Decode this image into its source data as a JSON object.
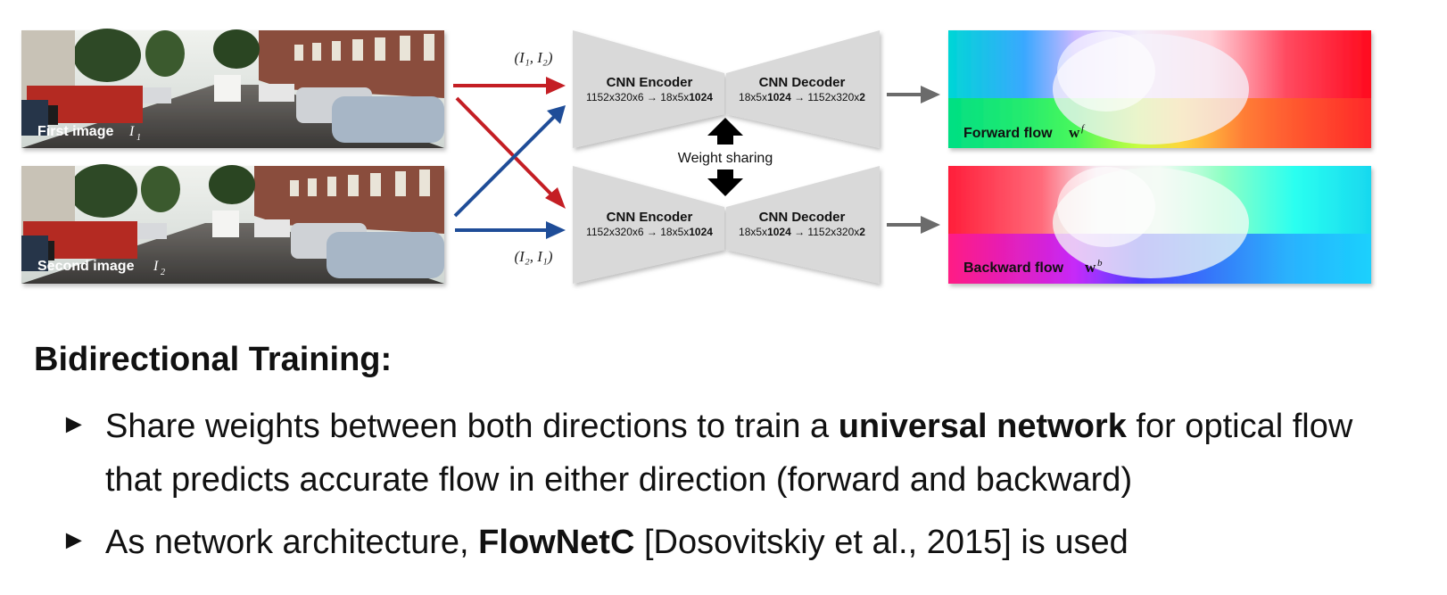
{
  "diagram": {
    "first_image_label": "First image",
    "first_image_sym": "I",
    "first_image_sub": "1",
    "second_image_label": "Second image",
    "second_image_sym": "I",
    "second_image_sub": "2",
    "pair_forward": "(I₁, I₂)",
    "pair_backward": "(I₂, I₁)",
    "encoder_title": "CNN Encoder",
    "encoder_dims_pre": "1152x320x6 → 18x5x",
    "encoder_dims_bold": "1024",
    "decoder_title": "CNN Decoder",
    "decoder_dims_a": "18x5x",
    "decoder_dims_b": "1024",
    "decoder_dims_c": " → 1152x320x",
    "decoder_dims_d": "2",
    "weight_sharing": "Weight sharing",
    "forward_flow_label": "Forward flow",
    "forward_flow_sym": "w",
    "forward_flow_sup": "f",
    "backward_flow_label": "Backward flow",
    "backward_flow_sym": "w",
    "backward_flow_sup": "b",
    "colors": {
      "red": "#c41e24",
      "blue": "#1f4d98",
      "block": "#d9d9d9",
      "gray_arrow": "#6b6b6b"
    }
  },
  "slide": {
    "title": "Bidirectional Training:",
    "bullet_marker": "►",
    "bullet1_pre": "Share weights between both directions to train a ",
    "bullet1_bold": "universal network",
    "bullet1_post": " for optical flow that predicts accurate flow in either direction (forward and backward)",
    "bullet2_pre": "As network architecture, ",
    "bullet2_bold": "FlowNetC",
    "bullet2_post": " [Dosovitskiy et al., 2015] is used"
  }
}
